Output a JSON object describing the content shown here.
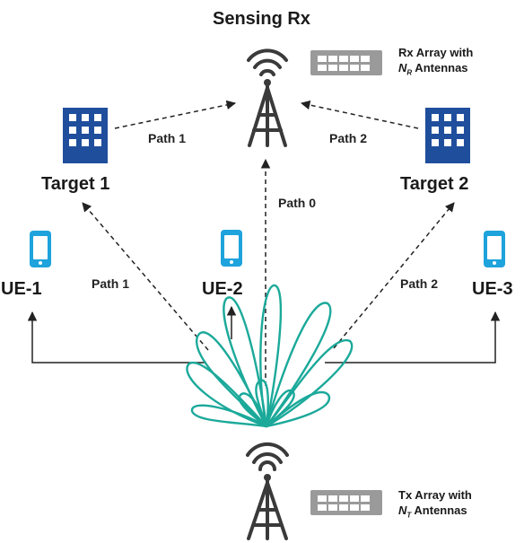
{
  "diagram": {
    "sensing_rx_label": "Sensing Rx",
    "rx_array": {
      "line1": "Rx Array with",
      "n": "N",
      "sub": "R",
      "rest": " Antennas"
    },
    "tx_array": {
      "line1": "Tx Array with",
      "n": "N",
      "sub": "T",
      "rest": " Antennas"
    },
    "targets": [
      "Target 1",
      "Target 2"
    ],
    "ues": [
      "UE-1",
      "UE-2",
      "UE-3"
    ],
    "paths": {
      "target1_to_rx": "Path 1",
      "target2_to_rx": "Path 2",
      "tx_to_rx": "Path 0",
      "tx_to_target1": "Path 1",
      "tx_to_target2": "Path 2"
    },
    "colors": {
      "tower": "#3a3a3a",
      "building": "#1f4e9c",
      "phone": "#1ea3dc",
      "beam": "#1ba99a",
      "array": "#9a9a9a",
      "arrow": "#222222"
    }
  }
}
